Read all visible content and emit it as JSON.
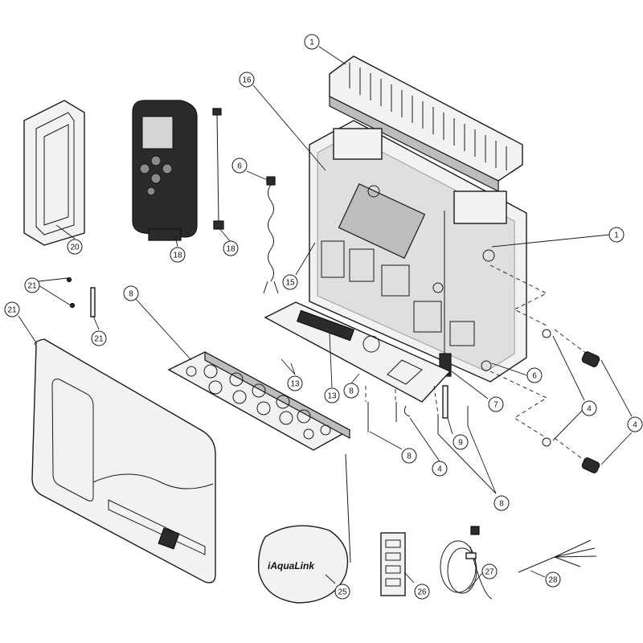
{
  "antenna_logo": {
    "text": "iAquaLink"
  },
  "callouts": [
    {
      "id": "c1-top",
      "label": "1"
    },
    {
      "id": "c16",
      "label": "16"
    },
    {
      "id": "c6-left",
      "label": "6"
    },
    {
      "id": "c20",
      "label": "20"
    },
    {
      "id": "c18-left",
      "label": "18"
    },
    {
      "id": "c18-right",
      "label": "18"
    },
    {
      "id": "c15",
      "label": "15"
    },
    {
      "id": "c1-right",
      "label": "1"
    },
    {
      "id": "c21-top",
      "label": "21"
    },
    {
      "id": "c21-small",
      "label": "21"
    },
    {
      "id": "c8-top",
      "label": "8"
    },
    {
      "id": "c21-cover",
      "label": "21"
    },
    {
      "id": "c13-a",
      "label": "13"
    },
    {
      "id": "c13-b",
      "label": "13"
    },
    {
      "id": "c8-mid",
      "label": "8"
    },
    {
      "id": "c6-right",
      "label": "6"
    },
    {
      "id": "c7",
      "label": "7"
    },
    {
      "id": "c4-a",
      "label": "4"
    },
    {
      "id": "c4-b",
      "label": "4"
    },
    {
      "id": "c9",
      "label": "9"
    },
    {
      "id": "c8-low",
      "label": "8"
    },
    {
      "id": "c4-c",
      "label": "4"
    },
    {
      "id": "c8-bottom",
      "label": "8"
    },
    {
      "id": "c25",
      "label": "25"
    },
    {
      "id": "c26",
      "label": "26"
    },
    {
      "id": "c27",
      "label": "27"
    },
    {
      "id": "c28",
      "label": "28"
    }
  ]
}
